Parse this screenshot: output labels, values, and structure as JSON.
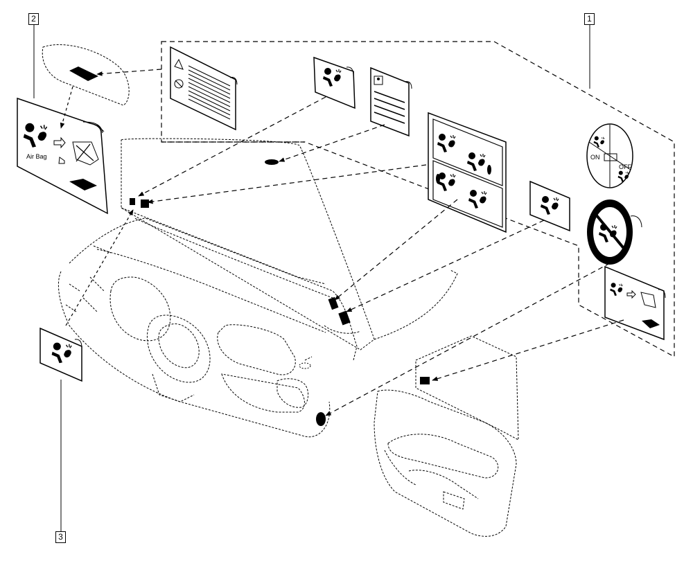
{
  "callouts": {
    "one": "1",
    "two": "2",
    "three": "3"
  },
  "warning_label": {
    "text": "Air Bag"
  },
  "rotary_switch": {
    "on": "ON",
    "off": "OFF"
  },
  "colors": {
    "ink": "#000000",
    "paper": "#ffffff"
  }
}
